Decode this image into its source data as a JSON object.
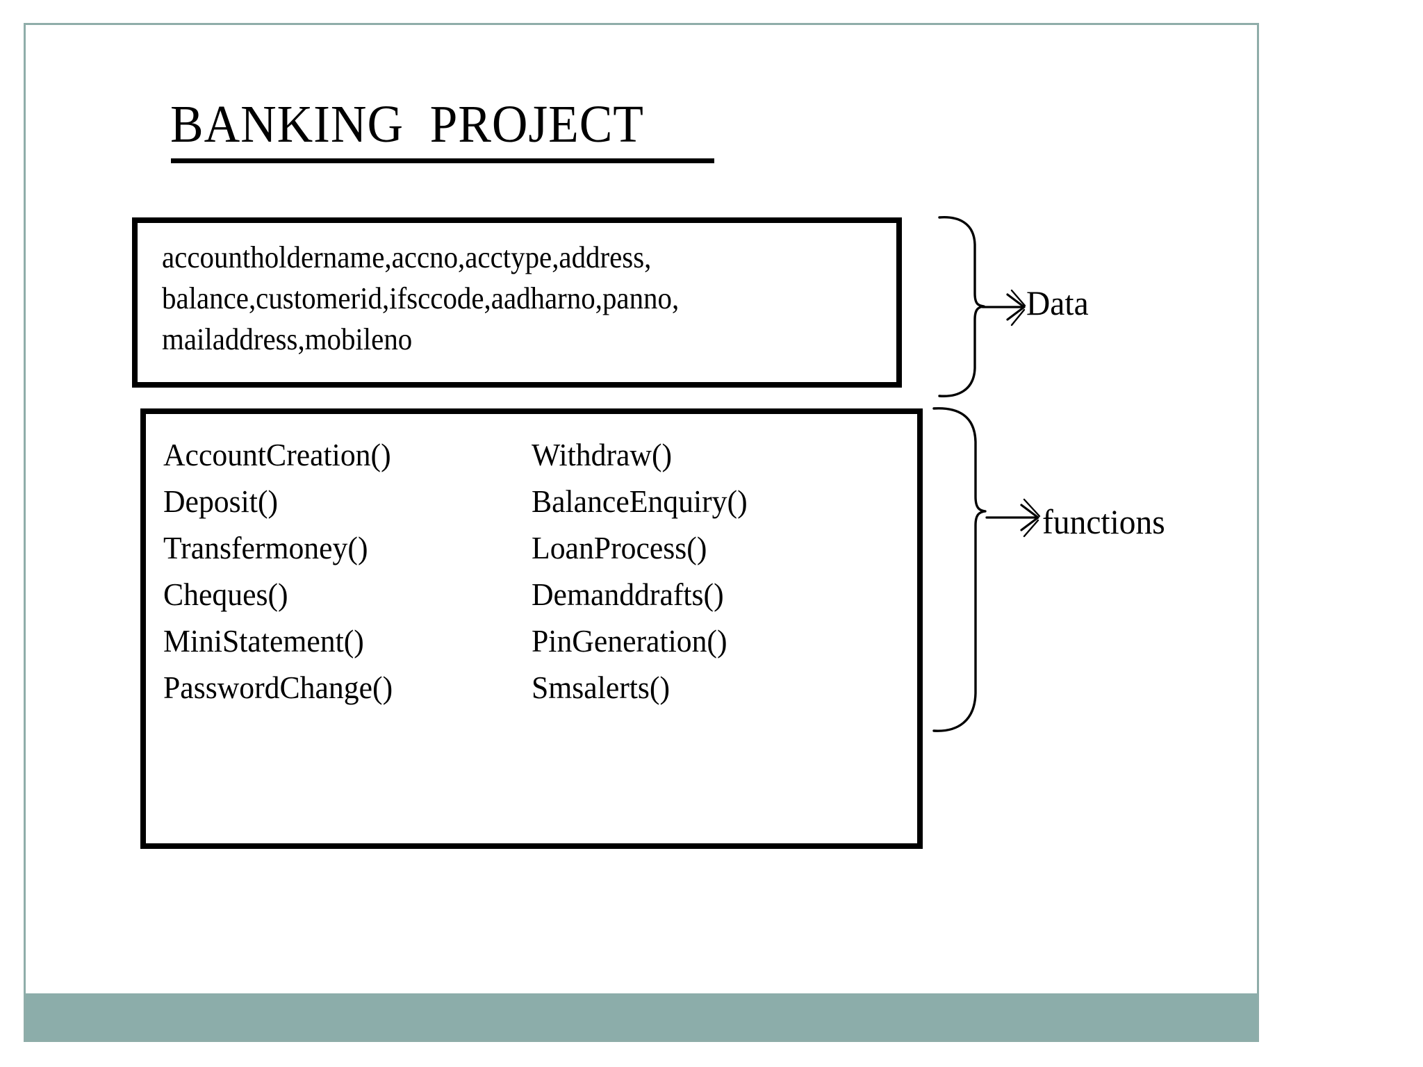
{
  "slide": {
    "title": "BANKING  PROJECT",
    "accent_color": "#8cadaa",
    "frame_color": "#8fada9",
    "box_border_color": "#000000",
    "text_color": "#000000"
  },
  "data_box": {
    "label": "Data",
    "fields_text": "accountholdername,accno,acctype,address,\nbalance,customerid,ifsccode,aadharno,panno,\nmailaddress,mobileno",
    "fields": [
      "accountholdername",
      "accno",
      "acctype",
      "address",
      "balance",
      "customerid",
      "ifsccode",
      "aadharno",
      "panno",
      "mailaddress",
      "mobileno"
    ]
  },
  "functions_box": {
    "label": "functions",
    "left_column": [
      "AccountCreation()",
      "Deposit()",
      "Transfermoney()",
      "Cheques()",
      "MiniStatement()",
      "PasswordChange()"
    ],
    "right_column": [
      "Withdraw()",
      "BalanceEnquiry()",
      "LoanProcess()",
      "Demanddrafts()",
      "PinGeneration()",
      "Smsalerts()"
    ]
  },
  "annotations": {
    "data_brace_icon": "curly-brace-right-icon",
    "data_arrow_icon": "arrow-right-icon",
    "functions_brace_icon": "curly-brace-right-icon",
    "functions_arrow_icon": "arrow-right-icon"
  }
}
